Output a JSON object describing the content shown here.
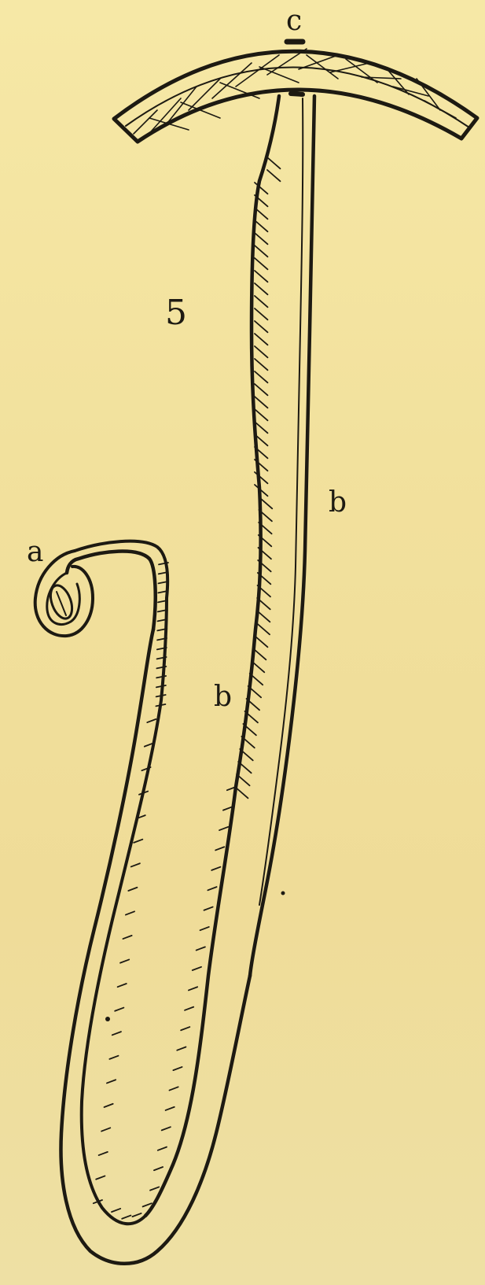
{
  "figure": {
    "number": "5",
    "labels": {
      "a": "a",
      "b_upper": "b",
      "b_lower": "b",
      "c": "c"
    }
  },
  "colors": {
    "paper": "#f2e19d",
    "ink": "#1d1a12"
  }
}
